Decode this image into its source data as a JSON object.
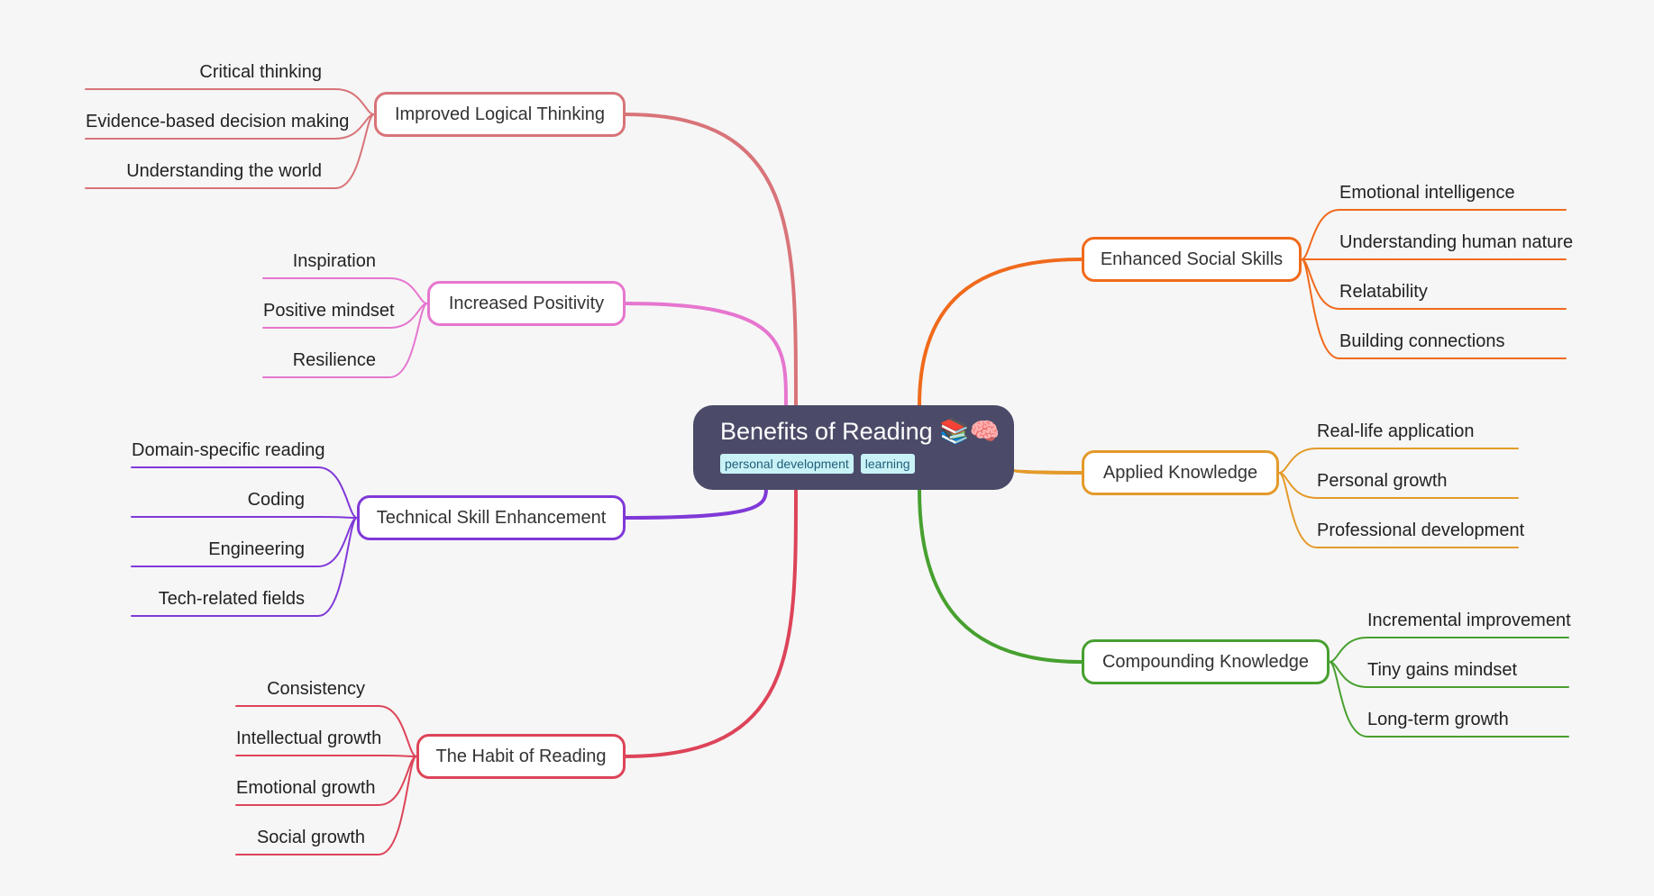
{
  "root": {
    "title": "Benefits of Reading 📚🧠",
    "tags": [
      "personal development",
      "learning"
    ]
  },
  "branches": [
    {
      "id": "logic",
      "label": "Improved Logical Thinking",
      "color": "#d87479",
      "side": "left",
      "children": [
        "Critical thinking",
        "Evidence-based decision making",
        "Understanding the world"
      ]
    },
    {
      "id": "positivity",
      "label": "Increased Positivity",
      "color": "#e676cf",
      "side": "left",
      "children": [
        "Inspiration",
        "Positive mindset",
        "Resilience"
      ]
    },
    {
      "id": "technical",
      "label": "Technical Skill Enhancement",
      "color": "#8039d8",
      "side": "left",
      "children": [
        "Domain-specific reading",
        "Coding",
        "Engineering",
        "Tech-related fields"
      ]
    },
    {
      "id": "habit",
      "label": "The Habit of Reading",
      "color": "#dd4459",
      "side": "left",
      "children": [
        "Consistency",
        "Intellectual growth",
        "Emotional growth",
        "Social growth"
      ]
    },
    {
      "id": "social",
      "label": "Enhanced Social Skills",
      "color": "#f06a1c",
      "side": "right",
      "children": [
        "Emotional intelligence",
        "Understanding human nature",
        "Relatability",
        "Building connections"
      ]
    },
    {
      "id": "applied",
      "label": "Applied Knowledge",
      "color": "#e49a2a",
      "side": "right",
      "children": [
        "Real-life application",
        "Personal growth",
        "Professional development"
      ]
    },
    {
      "id": "compound",
      "label": "Compounding Knowledge",
      "color": "#47a02f",
      "side": "right",
      "children": [
        "Incremental improvement",
        "Tiny gains mindset",
        "Long-term growth"
      ]
    }
  ]
}
